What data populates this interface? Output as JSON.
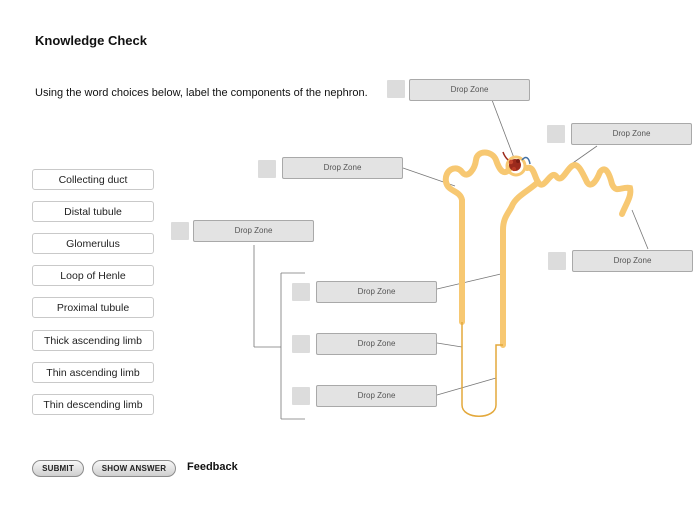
{
  "page": {
    "title": "Knowledge Check",
    "instruction": "Using the word choices below, label the components of the nephron."
  },
  "word_bank": [
    "Collecting duct",
    "Distal tubule",
    "Glomerulus",
    "Loop of Henle",
    "Proximal tubule",
    "Thick ascending limb",
    "Thin ascending limb",
    "Thin descending limb"
  ],
  "drop_zone_label": "Drop Zone",
  "buttons": {
    "submit": "SUBMIT",
    "show_answer": "SHOW ANSWER"
  },
  "feedback_label": "Feedback",
  "colors": {
    "tubule": "#f7c872",
    "glomerulus": "#9b2a1c",
    "vessel": "#3f6fa6",
    "leader_line": "#777777"
  }
}
